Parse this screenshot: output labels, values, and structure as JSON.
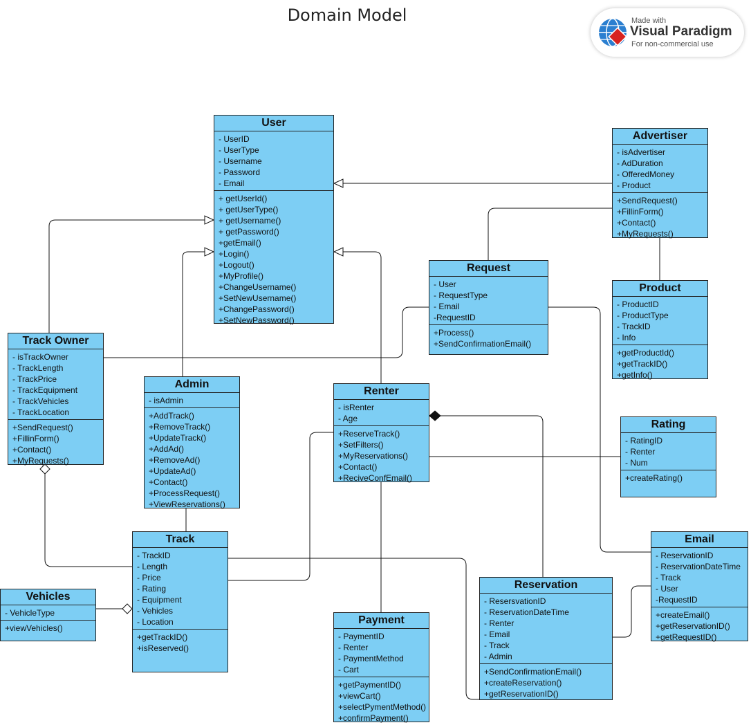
{
  "title": "Domain Model",
  "watermark": {
    "line1": "Made with",
    "line2": "Visual Paradigm",
    "line3": "For non-commercial use",
    "logo_icon": "globe-diamond-logo"
  },
  "colors": {
    "class_fill": "#7dcef4",
    "border": "#222222",
    "background": "#ffffff"
  },
  "classes": {
    "user": {
      "name": "User",
      "attributes": [
        "- UserID",
        "- UserType",
        "- Username",
        "- Password",
        "- Email"
      ],
      "methods": [
        "+ getUserId()",
        "+ getUserType()",
        "+ getUsername()",
        "+ getPassword()",
        "+getEmail()",
        "+Login()",
        "+Logout()",
        "+MyProfile()",
        "+ChangeUsername()",
        "+SetNewUsername()",
        "+ChangePassword()",
        "+SetNewPassword()"
      ]
    },
    "advertiser": {
      "name": "Advertiser",
      "attributes": [
        "- isAdvertiser",
        "- AdDuration",
        "- OfferedMoney",
        "- Product"
      ],
      "methods": [
        "+SendRequest()",
        "+FillinForm()",
        "+Contact()",
        "+MyRequests()"
      ]
    },
    "request": {
      "name": "Request",
      "attributes": [
        "- User",
        "- RequestType",
        "- Email",
        "-RequestID"
      ],
      "methods": [
        "+Process()",
        "+SendConfirmationEmail()"
      ]
    },
    "product": {
      "name": "Product",
      "attributes": [
        "- ProductID",
        "- ProductType",
        "- TrackID",
        "- Info"
      ],
      "methods": [
        "+getProductId()",
        "+getTrackID()",
        "+getInfo()"
      ]
    },
    "track_owner": {
      "name": "Track Owner",
      "attributes": [
        "- isTrackOwner",
        "- TrackLength",
        "- TrackPrice",
        "- TrackEquipment",
        "- TrackVehicles",
        "- TrackLocation"
      ],
      "methods": [
        "+SendRequest()",
        "+FillinForm()",
        "+Contact()",
        "+MyRequests()"
      ]
    },
    "admin": {
      "name": "Admin",
      "attributes": [
        "- isAdmin"
      ],
      "methods": [
        "+AddTrack()",
        "+RemoveTrack()",
        "+UpdateTrack()",
        "+AddAd()",
        "+RemoveAd()",
        "+UpdateAd()",
        "+Contact()",
        "+ProcessRequest()",
        "+ViewReservations()"
      ]
    },
    "renter": {
      "name": "Renter",
      "attributes": [
        "- isRenter",
        "- Age"
      ],
      "methods": [
        "+ReserveTrack()",
        "+SetFilters()",
        "+MyReservations()",
        "+Contact()",
        "+ReciveConfEmail()"
      ]
    },
    "rating": {
      "name": "Rating",
      "attributes": [
        "- RatingID",
        "- Renter",
        "- Num"
      ],
      "methods": [
        "+createRating()"
      ]
    },
    "track": {
      "name": "Track",
      "attributes": [
        "- TrackID",
        "- Length",
        "- Price",
        "- Rating",
        "- Equipment",
        "- Vehicles",
        "- Location"
      ],
      "methods": [
        "+getTrackID()",
        "+isReserved()"
      ]
    },
    "vehicles": {
      "name": "Vehicles",
      "attributes": [
        "- VehicleType"
      ],
      "methods": [
        "+viewVehicles()"
      ]
    },
    "payment": {
      "name": "Payment",
      "attributes": [
        "- PaymentID",
        "- Renter",
        "- PaymentMethod",
        "- Cart"
      ],
      "methods": [
        "+getPaymentID()",
        "+viewCart()",
        "+selectPymentMethod()",
        "+confirmPayment()"
      ]
    },
    "reservation": {
      "name": "Reservation",
      "attributes": [
        "- ResersvationID",
        "- ReservationDateTime",
        "- Renter",
        "- Email",
        "- Track",
        "- Admin"
      ],
      "methods": [
        "+SendConfirmationEmail()",
        "+createReservation()",
        "+getReservationID()"
      ]
    },
    "email": {
      "name": "Email",
      "attributes": [
        "- ReservationID",
        "- ReservationDateTime",
        "- Track",
        "- User",
        "-RequestID"
      ],
      "methods": [
        "+createEmail()",
        "+getReservationID()",
        "+getRequestID()"
      ]
    }
  },
  "relationships": [
    {
      "type": "generalization",
      "from": "Advertiser",
      "to": "User"
    },
    {
      "type": "generalization",
      "from": "Track Owner",
      "to": "User"
    },
    {
      "type": "generalization",
      "from": "Admin",
      "to": "User"
    },
    {
      "type": "generalization",
      "from": "Renter",
      "to": "User"
    },
    {
      "type": "association",
      "from": "Advertiser",
      "to": "Request"
    },
    {
      "type": "association",
      "from": "Advertiser",
      "to": "Product"
    },
    {
      "type": "association",
      "from": "Track Owner",
      "to": "Request"
    },
    {
      "type": "association",
      "from": "Request",
      "to": "Email"
    },
    {
      "type": "aggregation",
      "from": "Track",
      "to": "Track Owner"
    },
    {
      "type": "aggregation",
      "from": "Vehicles",
      "to": "Track"
    },
    {
      "type": "association",
      "from": "Admin",
      "to": "Track"
    },
    {
      "type": "association",
      "from": "Renter",
      "to": "Track"
    },
    {
      "type": "association",
      "from": "Renter",
      "to": "Rating"
    },
    {
      "type": "association",
      "from": "Renter",
      "to": "Payment"
    },
    {
      "type": "composition",
      "from": "Reservation",
      "to": "Renter"
    },
    {
      "type": "association",
      "from": "Track",
      "to": "Reservation"
    },
    {
      "type": "association",
      "from": "Reservation",
      "to": "Email"
    }
  ]
}
